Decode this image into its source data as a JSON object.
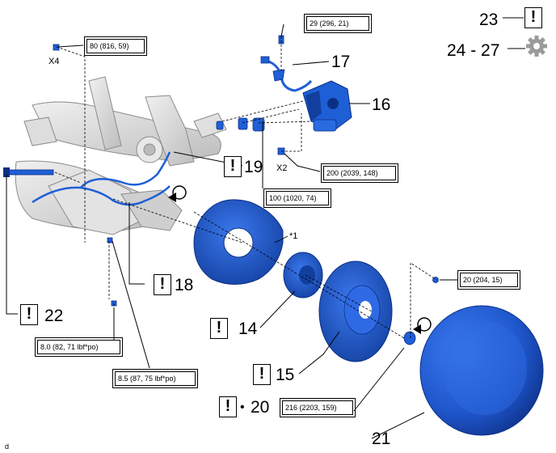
{
  "torque": {
    "t29": "29 (296, 21)",
    "t80": "80 (816, 59)",
    "t200": "200 (2039, 148)",
    "t100": "100 (1020, 74)",
    "t20": "20 (204, 15)",
    "t8_0": "8.0 (82, 71 lbf*po)",
    "t8_5": "8.5 (87, 75 lbf*po)",
    "t216": "216 (2203, 159)"
  },
  "labels": {
    "n23": "23",
    "n24_27": "24 - 27",
    "n17": "17",
    "n16": "16",
    "n19": "19",
    "n18": "18",
    "n22": "22",
    "n14": "14",
    "n15": "15",
    "n20": "20",
    "n21": "21",
    "x4": "X4",
    "x2": "X2",
    "star1": "*1",
    "bullet": "•",
    "corner": "d",
    "warn_mark": "!"
  },
  "icons": {
    "warning": "exclamation-box-icon",
    "gear": "gear-icon",
    "rotate": "rotation-direction-icon"
  },
  "colors": {
    "part_blue": "#1f5fd6",
    "part_dark": "#0c2f86",
    "gear_gray": "#9a9a9a",
    "chassis_gray": "#d9d9d9"
  }
}
